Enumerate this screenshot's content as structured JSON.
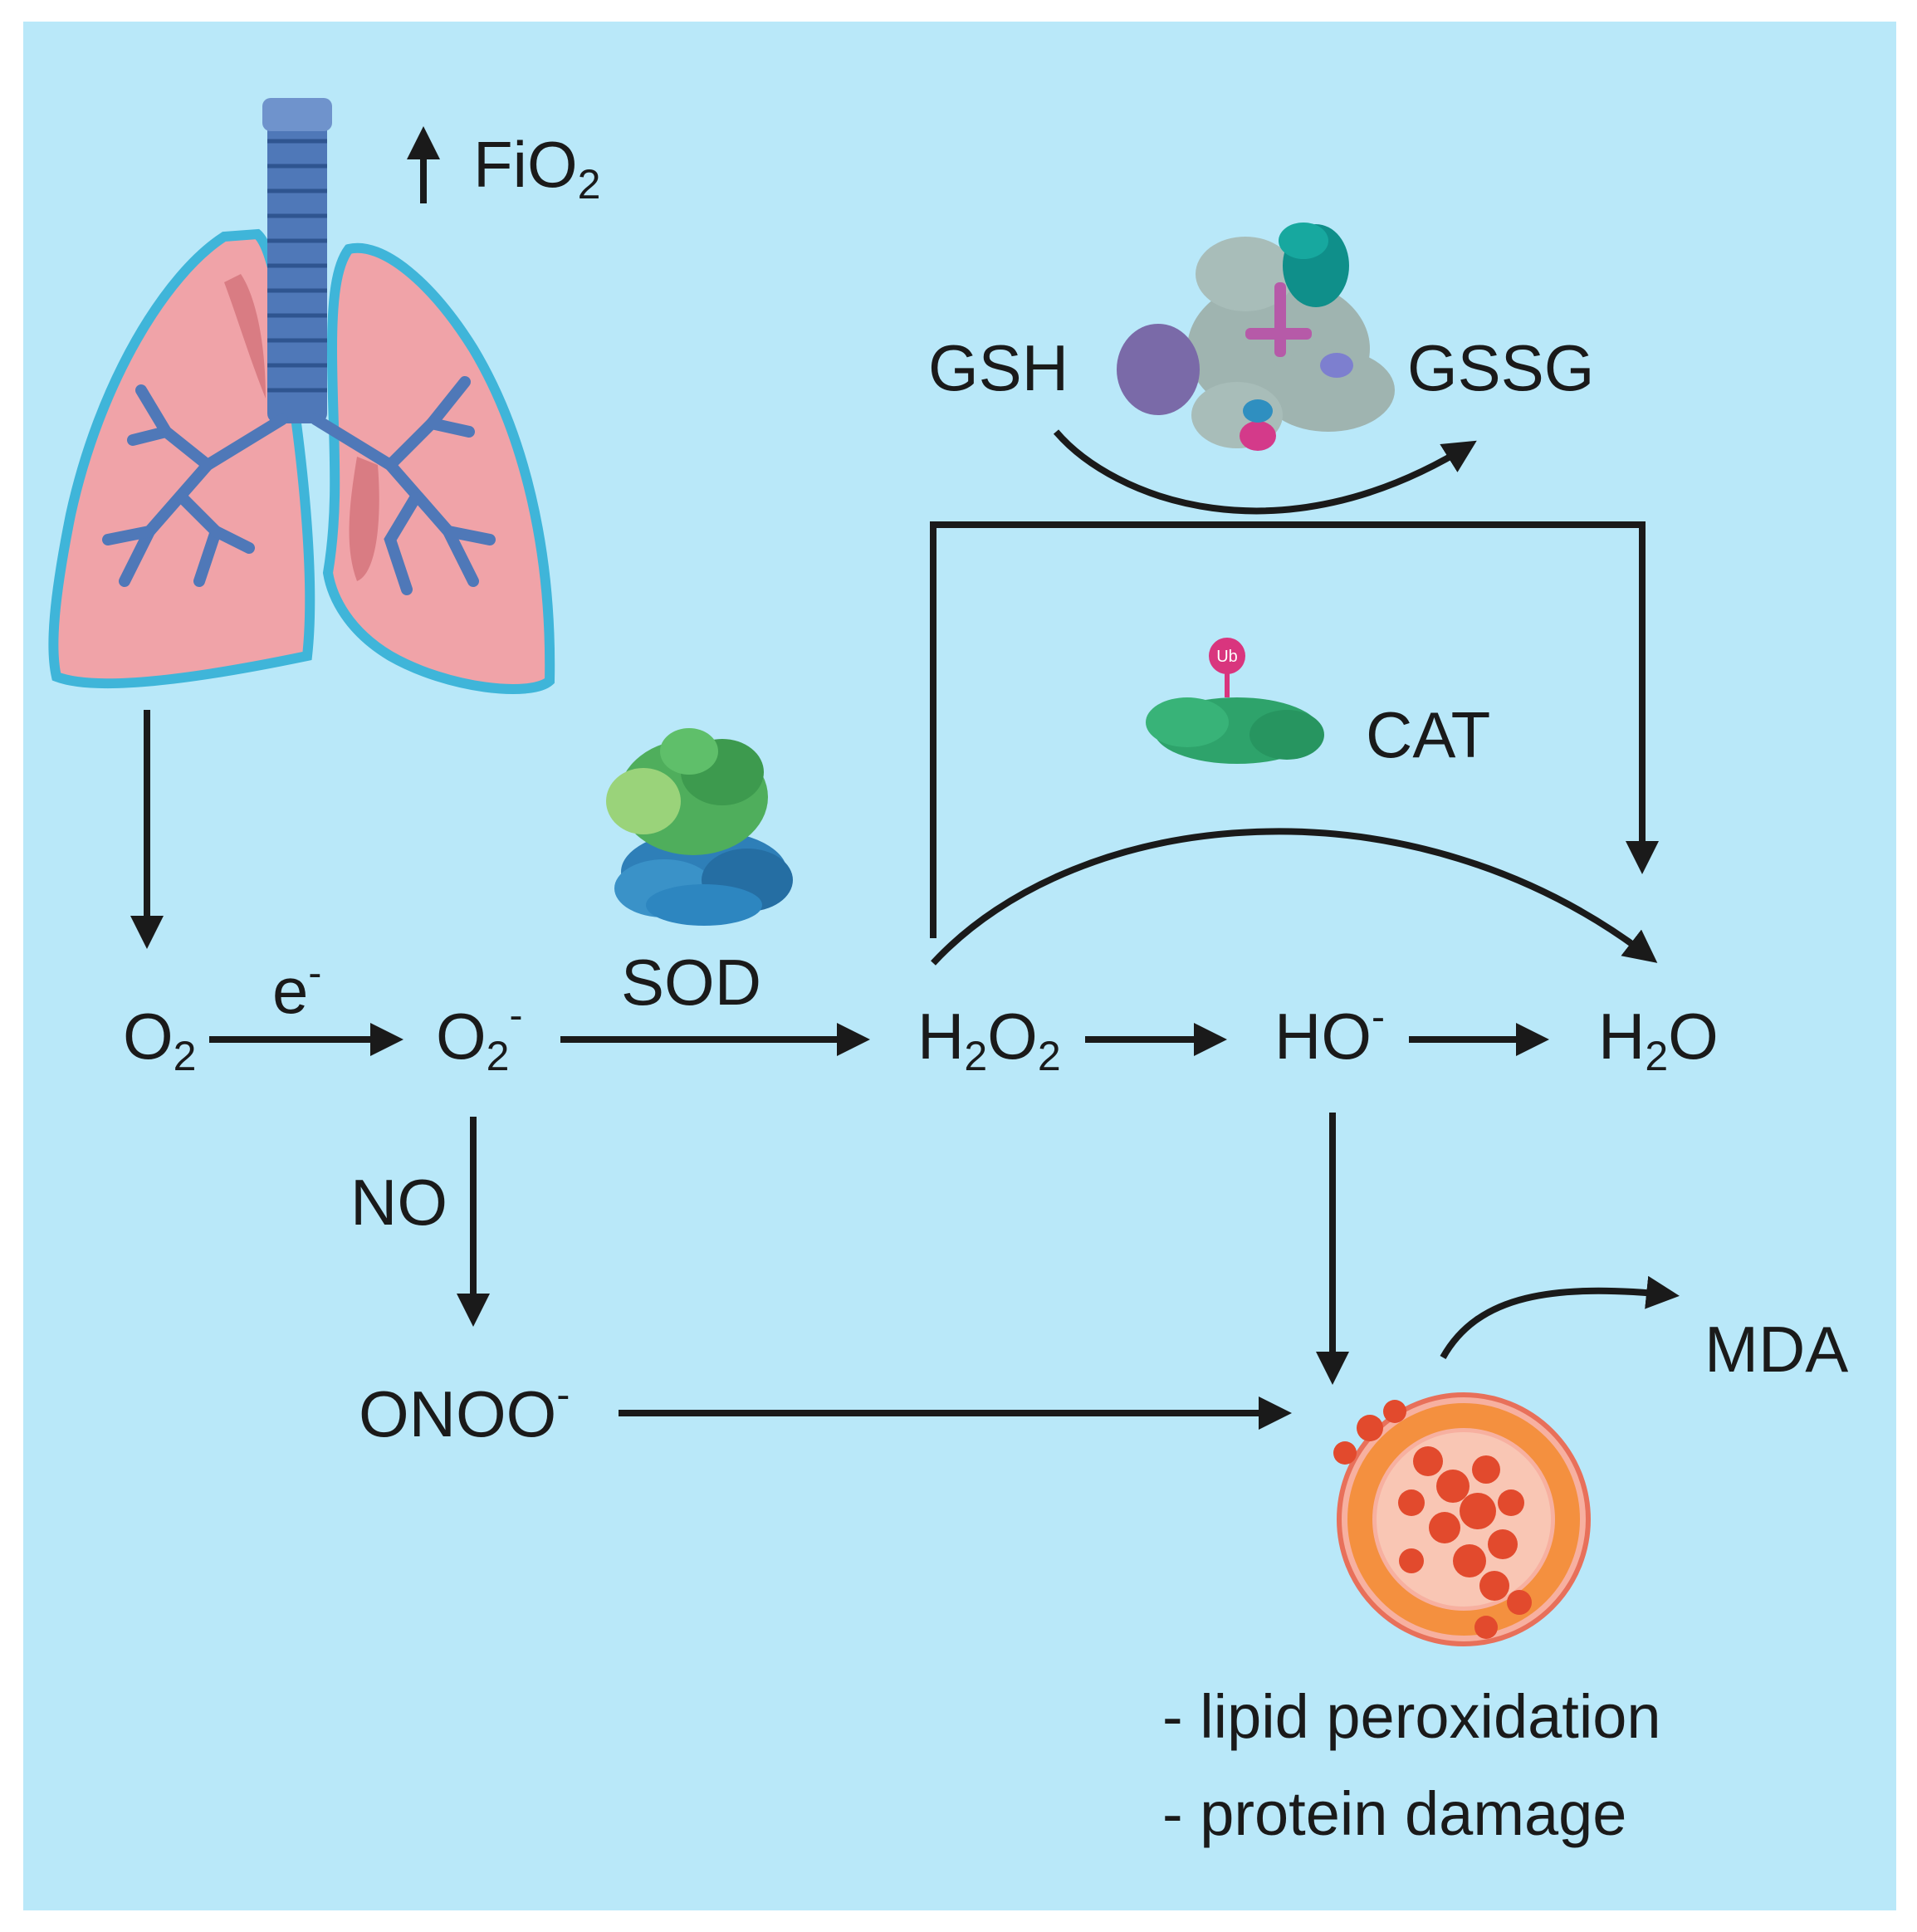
{
  "colors": {
    "background": "#b9e8f9",
    "frame": "#ffffff",
    "lung_fill": "#f0a3a8",
    "lung_outline": "#3fb5d9",
    "airway": "#4f78b8",
    "arrow": "#1a1a1a",
    "sod_green": "#4fae5c",
    "sod_blue": "#2e7fb8",
    "cat_green": "#2ea36b",
    "ub_pink": "#d9357e",
    "cell_red": "#e24a2d",
    "cell_orange": "#f4903f"
  },
  "icons": {
    "lungs": "lungs-icon",
    "sod": "sod-protein-icon",
    "gpx": "glutathione-peroxidase-protein-icon",
    "cat": "catalase-protein-icon",
    "cell": "damaged-cell-icon",
    "up": "up-arrow-icon"
  },
  "labels": {
    "fio2_main": "FiO",
    "fio2_sub": "2",
    "o2_main": "O",
    "o2_sub": "2",
    "electron_main": "e",
    "electron_sup": "-",
    "superoxide_main": "O",
    "superoxide_sub": "2",
    "superoxide_sup": "-",
    "sod": "SOD",
    "h2o2_h": "H",
    "h2o2_sub1": "2",
    "h2o2_o": "O",
    "h2o2_sub2": "2",
    "hydroxyl_main": "HO",
    "hydroxyl_sup": "-",
    "water_h": "H",
    "water_sub": "2",
    "water_o": "O",
    "no": "NO",
    "onoo_main": "ONOO",
    "onoo_sup": "-",
    "gsh": "GSH",
    "gssg": "GSSG",
    "cat": "CAT",
    "ub": "Ub",
    "mda": "MDA",
    "damage_1": "- lipid peroxidation",
    "damage_2": "- protein damage"
  }
}
